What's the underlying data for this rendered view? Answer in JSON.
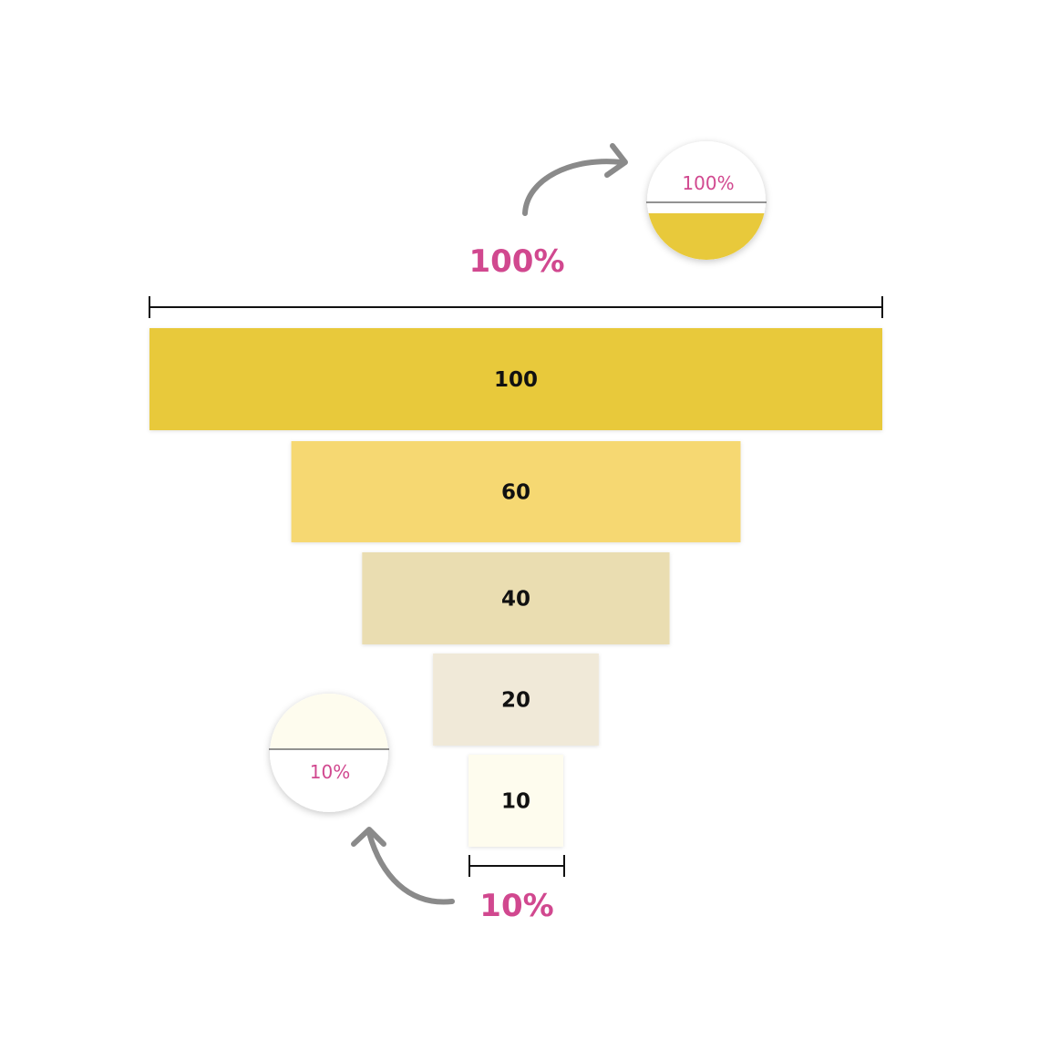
{
  "chart_data": {
    "type": "funnel",
    "stages": [
      {
        "value": 100,
        "label": "100",
        "color": "#E8C93B"
      },
      {
        "value": 60,
        "label": "60",
        "color": "#F6D872"
      },
      {
        "value": 40,
        "label": "40",
        "color": "#EADDB1"
      },
      {
        "value": 20,
        "label": "20",
        "color": "#F0E9D8"
      },
      {
        "value": 10,
        "label": "10",
        "color": "#FEFCEE"
      }
    ],
    "top_annotation": {
      "label": "100%",
      "badge_label": "100%",
      "badge_fill_color": "#E8C93B"
    },
    "bottom_annotation": {
      "label": "10%",
      "badge_label": "10%",
      "badge_fill_color": "#FEFCEE"
    },
    "colors": {
      "accent": "#D1488F",
      "arrow": "#8A8A8A",
      "bracket": "#111111"
    }
  }
}
